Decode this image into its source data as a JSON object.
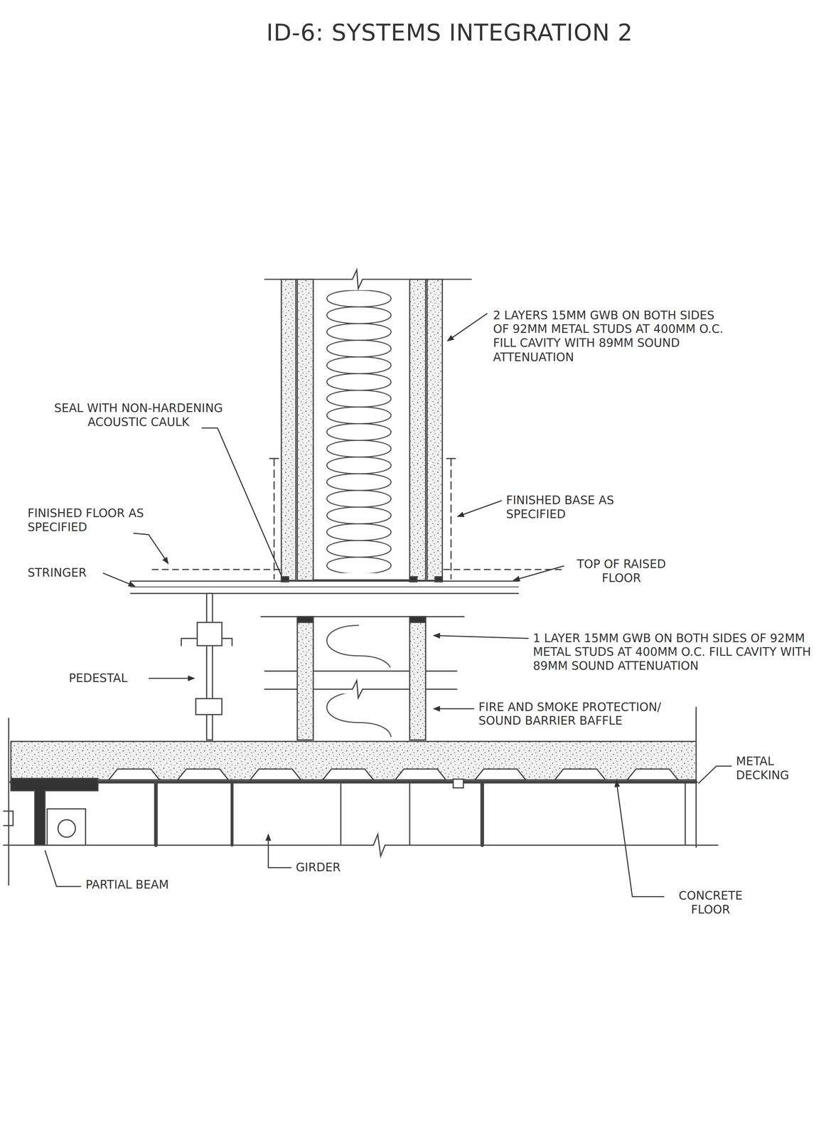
{
  "diagram": {
    "title": "ID-6: SYSTEMS INTEGRATION 2",
    "labels": [
      "2 LAYERS 15MM GWB ON BOTH SIDES OF 92MM METAL STUDS AT 400MM O.C. FILL CAVITY WITH 89MM SOUND ATTENUATION",
      "SEAL WITH NON-HARDENING ACOUSTIC CAULK",
      "FINISHED BASE AS SPECIFIED",
      "FINISHED FLOOR AS SPECIFIED",
      "STRINGER",
      "TOP OF RAISED FLOOR",
      "1 LAYER 15MM GWB ON BOTH SIDES OF 92MM METAL STUDS AT 400MM O.C. FILL CAVITY WITH 89MM SOUND ATTENUATION",
      "PEDESTAL",
      "FIRE AND SMOKE PROTECTION/ SOUND BARRIER BAFFLE",
      "METAL DECKING",
      "CONCRETE FLOOR",
      "GIRDER",
      "PARTIAL BEAM"
    ]
  }
}
